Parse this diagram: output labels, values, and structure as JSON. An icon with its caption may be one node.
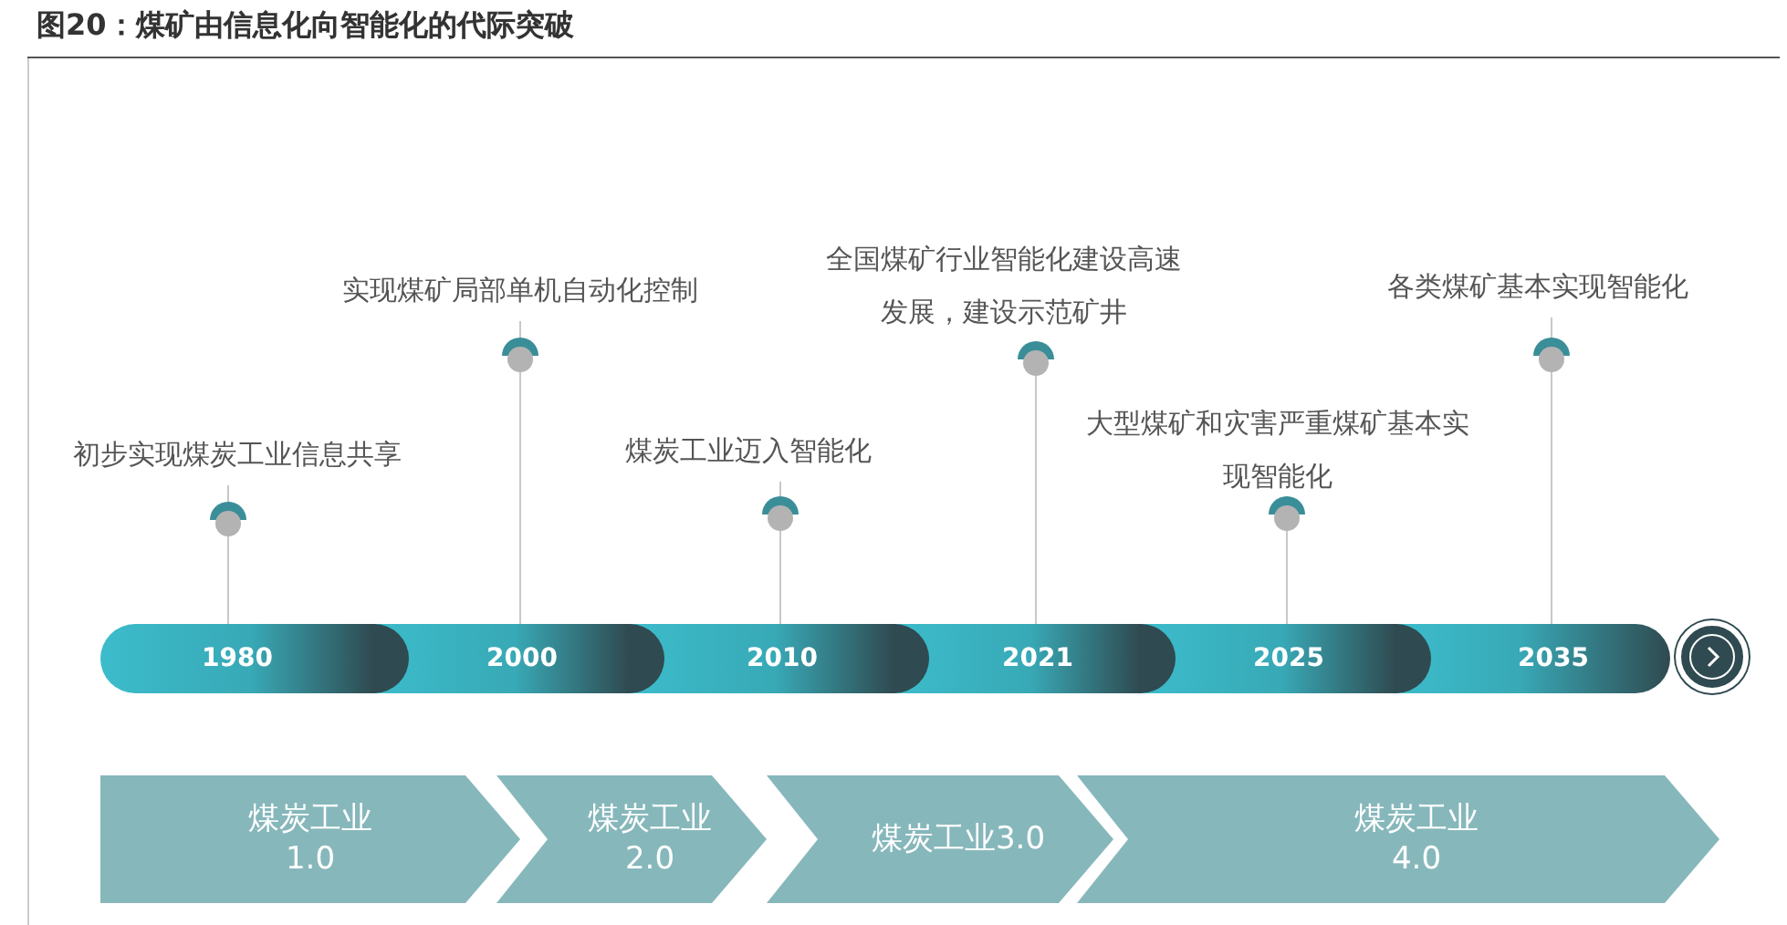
{
  "diagram": {
    "title": "图20：煤矿由信息化向智能化的代际突破",
    "nodes": [
      {
        "text": [
          "1980"
        ]
      },
      {
        "text": [
          "2000"
        ]
      },
      {
        "text": [
          "2010"
        ]
      },
      {
        "text": [
          "2021"
        ]
      },
      {
        "text": [
          "2025"
        ]
      },
      {
        "text": [
          "2035"
        ]
      },
      {
        "text": [
          "初步实现煤炭工业信息共享"
        ]
      },
      {
        "text": [
          "实现煤矿局部单机自动化控制"
        ]
      },
      {
        "text": [
          "煤炭工业迈入智能化"
        ]
      },
      {
        "text": [
          "全国煤矿行业智能化建设高速发展，建设示范矿井"
        ]
      },
      {
        "text": [
          "大型煤矿和灾害严重煤矿基本实现智能化"
        ]
      },
      {
        "text": [
          "各类煤矿基本实现智能化"
        ]
      },
      {
        "text": [
          "煤炭工业1.0"
        ]
      },
      {
        "text": [
          "煤炭工业2.0"
        ]
      },
      {
        "text": [
          "煤炭工业3.0"
        ]
      },
      {
        "text": [
          "煤炭工业4.0"
        ]
      },
      {
        "text": [],
        "shape": "circle"
      }
    ],
    "edges": [
      {
        "from": 6,
        "to": 0,
        "arrow": "none"
      },
      {
        "from": 7,
        "to": 1,
        "arrow": "none"
      },
      {
        "from": 8,
        "to": 2,
        "arrow": "none"
      },
      {
        "from": 9,
        "to": 3,
        "arrow": "none"
      },
      {
        "from": 10,
        "to": 4,
        "arrow": "none"
      },
      {
        "from": 11,
        "to": 5,
        "arrow": "none"
      }
    ]
  }
}
